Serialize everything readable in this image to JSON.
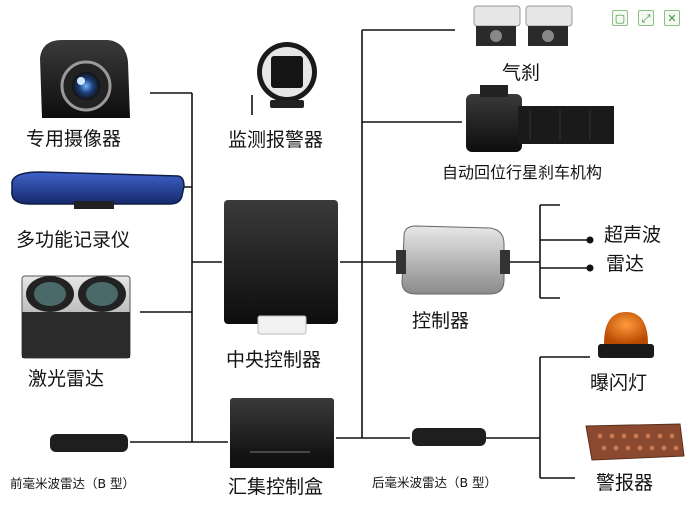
{
  "diagram": {
    "labels": {
      "dedicated_camera": "专用摄像器",
      "monitor_alarm": "监测报警器",
      "air_brake": "气刹",
      "planetary_brake": "自动回位行星刹车机构",
      "multifunction_recorder": "多功能记录仪",
      "ultrasonic_radar_line1": "超声波",
      "ultrasonic_radar_line2": "雷达",
      "laser_radar": "激光雷达",
      "central_controller": "中央控制器",
      "controller": "控制器",
      "strobe_light": "曝闪灯",
      "front_mmwave_radar": "前毫米波雷达（B 型）",
      "aggregation_box": "汇集控制盒",
      "rear_mmwave_radar": "后毫米波雷达（B 型）",
      "alarm": "警报器"
    }
  },
  "icons": {
    "toolbar": [
      "window-icon",
      "expand-icon",
      "close-icon"
    ]
  },
  "colors": {
    "line": "#111111",
    "device_dark": "#1f1f1f",
    "mirror_blue": "#1f3c8f",
    "light_orange": "#e36a12",
    "alarm_brown": "#8b4a2f",
    "toolbar_green": "#3d8f3a"
  }
}
